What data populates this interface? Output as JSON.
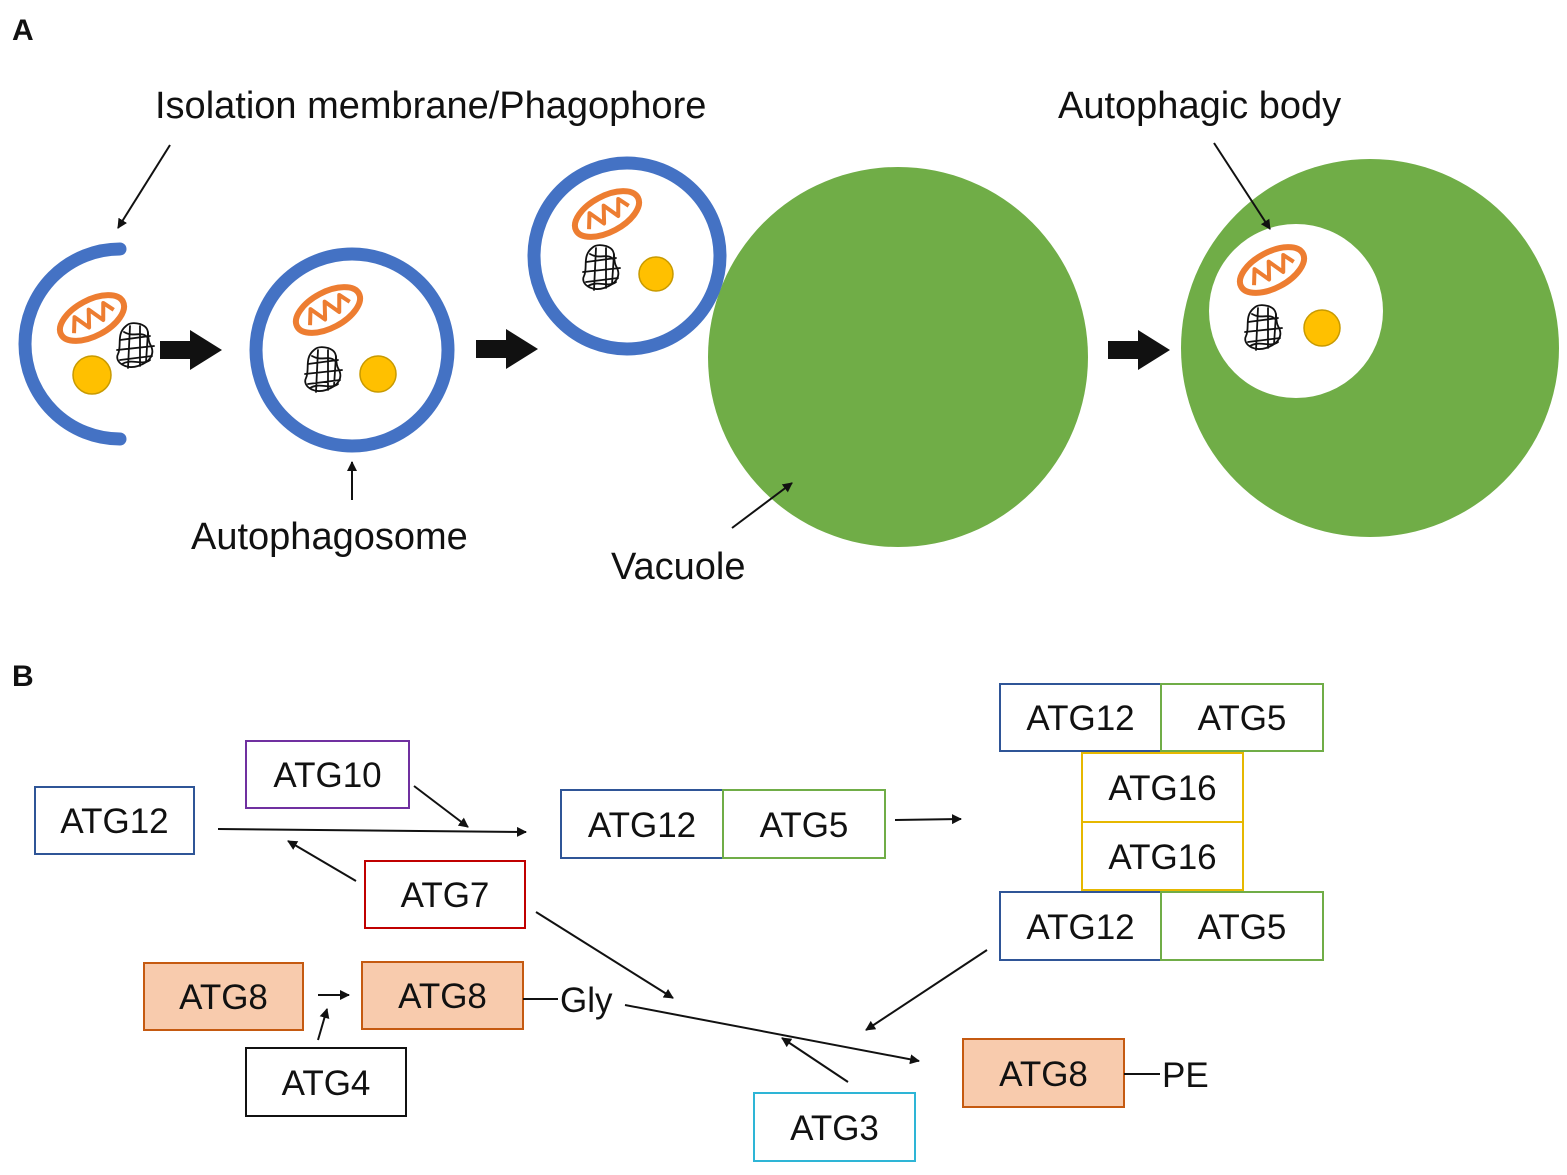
{
  "panel_a": {
    "letter": "A",
    "labels": {
      "phagophore": "Isolation membrane/Phagophore",
      "autophagic_body": "Autophagic body",
      "autophagosome": "Autophagosome",
      "vacuole": "Vacuole"
    }
  },
  "panel_b": {
    "letter": "B",
    "boxes": {
      "atg12_free": "ATG12",
      "atg10": "ATG10",
      "atg7": "ATG7",
      "atg12_conj": "ATG12",
      "atg5_conj": "ATG5",
      "complex_atg12_top": "ATG12",
      "complex_atg5_top": "ATG5",
      "complex_atg16_a": "ATG16",
      "complex_atg16_b": "ATG16",
      "complex_atg12_bottom": "ATG12",
      "complex_atg5_bottom": "ATG5",
      "atg8_precursor": "ATG8",
      "atg8_gly": "ATG8",
      "atg4": "ATG4",
      "atg3": "ATG3",
      "atg8_pe": "ATG8"
    },
    "suffixes": {
      "gly": "Gly",
      "pe": "PE"
    }
  },
  "colors": {
    "membrane": "#4472c4",
    "vacuole": "#70ad47",
    "mitochondrion": "#ed7d31",
    "granule": "#ffc000",
    "atg12_border": "#2f5597",
    "atg5_border": "#70ad47",
    "atg16_border": "#e6b800",
    "atg10_border": "#7030a0",
    "atg7_border": "#c00000",
    "atg3_border": "#2eb5d6",
    "atg8_fill": "#f8cbad",
    "atg8_border": "#c55a11"
  }
}
